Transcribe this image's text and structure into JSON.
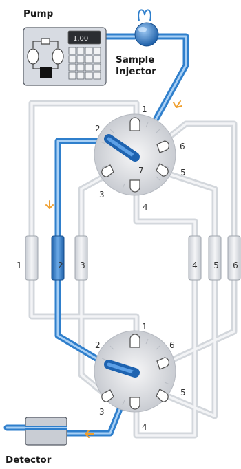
{
  "labels": {
    "pump": "Pump",
    "sample_line1": "Sample",
    "sample_line2": "Injector",
    "detector": "Detector"
  },
  "pump_display": "1.00",
  "top_valve_ports": [
    "1",
    "2",
    "3",
    "4",
    "5",
    "6",
    "7"
  ],
  "bottom_valve_ports": [
    "1",
    "2",
    "3",
    "4",
    "5",
    "6"
  ],
  "columns": [
    "1",
    "2",
    "3",
    "4",
    "5",
    "6"
  ],
  "colors": {
    "flow_path": "#3f8fd6",
    "inactive_tube": "#d9dde2",
    "flow_arrow": "#f0a030",
    "pump_body": "#d7dbe2",
    "valve_body": "#e4e6ea"
  }
}
